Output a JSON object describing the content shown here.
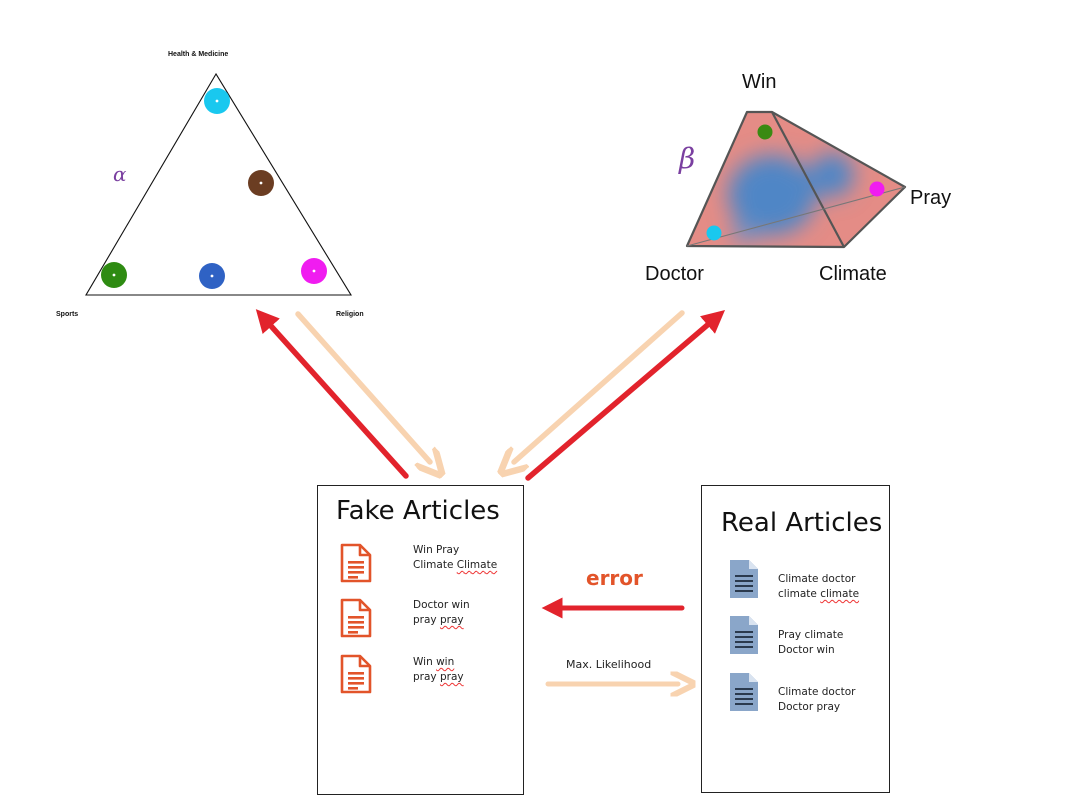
{
  "alpha_simplex": {
    "symbol": "α",
    "vertices": {
      "top": "Health & Medicine",
      "left": "Sports",
      "right": "Religion"
    },
    "dot_colors": [
      "#19c8ef",
      "#6b3d22",
      "#2e8b12",
      "#2f62c4",
      "#f01cf0"
    ]
  },
  "beta_simplex": {
    "symbol": "β",
    "vertices": {
      "top": "Win",
      "left": "Doctor",
      "bottom_right": "Climate",
      "right": "Pray"
    },
    "dot_colors": [
      "#3a8a12",
      "#f01cf0",
      "#19c8ef"
    ]
  },
  "fake_panel": {
    "title": "Fake Articles",
    "docs": [
      {
        "line1": "Win Pray",
        "line2_plain": "Climate ",
        "line2_flag": "Climate"
      },
      {
        "line1": "Doctor win",
        "line2_plain": "pray ",
        "line2_flag": "pray"
      },
      {
        "line1_plain": "Win ",
        "line1_flag": "win",
        "line2_plain": "pray ",
        "line2_flag": "pray"
      }
    ]
  },
  "real_panel": {
    "title": "Real Articles",
    "docs": [
      {
        "line1": "Climate doctor",
        "line2_plain": "climate ",
        "line2_flag": "climate"
      },
      {
        "line1": "Pray climate",
        "line2": "Doctor win"
      },
      {
        "line1": "Climate doctor",
        "line2": "Doctor pray"
      }
    ]
  },
  "arrows": {
    "error_label": "error",
    "ml_label": "Max. Likelihood"
  },
  "colors": {
    "red_arrow": "#e2232c",
    "peach_arrow": "#f8d3b0",
    "fake_icon": "#e2542a",
    "real_icon": "#8aa6c9",
    "error_text": "#e2542a",
    "greek": "#7a3fa0"
  }
}
